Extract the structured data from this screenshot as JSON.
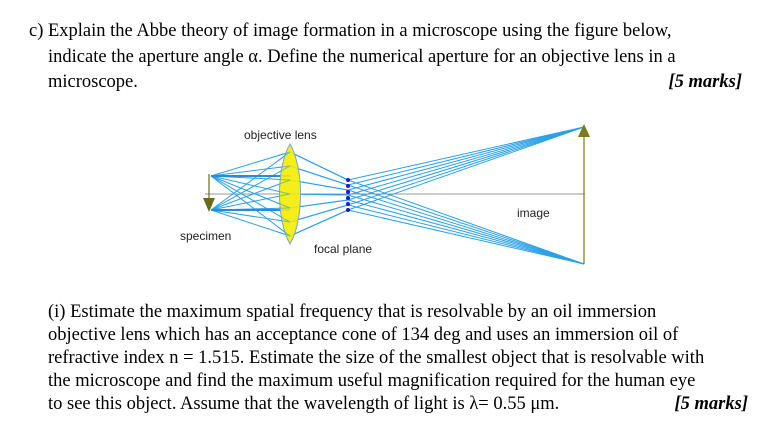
{
  "question_c": {
    "lines": [
      "c) Explain the Abbe theory of image formation in a microscope using the figure below,",
      "indicate the aperture angle α. Define the numerical aperture for an objective lens in a",
      "microscope."
    ],
    "marks": "[5 marks]"
  },
  "figure": {
    "labels": {
      "objective_lens": "objective lens",
      "specimen": "specimen",
      "focal_plane": "focal plane",
      "image": "image"
    },
    "colors": {
      "rays": "#2aa0e8",
      "axis": "#9a9a9a",
      "lens_fill": "#f5ec00",
      "lens_stroke": "#7aa8c8",
      "specimen_arrow": "#6b6b1a",
      "image_arrow": "#7b7b1b",
      "focal_dots": "#1a1ad8"
    }
  },
  "question_i": {
    "lines": [
      "(i) Estimate the maximum spatial frequency that is resolvable by an oil immersion",
      "objective lens which has an acceptance cone of 134 deg and uses an immersion oil of",
      "refractive index n = 1.515. Estimate the size of the smallest object that is resolvable with",
      "the microscope and find the maximum useful magnification required for the human eye",
      "to see this object.  Assume that the wavelength of light is λ= 0.55 μm."
    ],
    "marks": "[5 marks]"
  }
}
